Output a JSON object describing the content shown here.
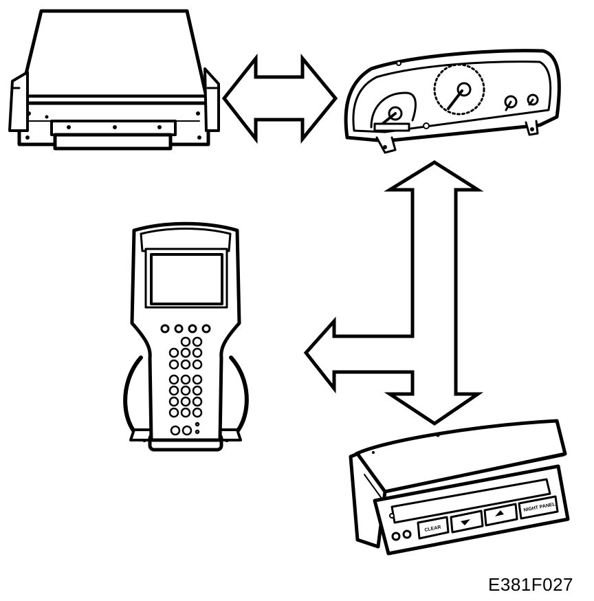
{
  "figure": {
    "reference_code": "E381F027"
  },
  "components": {
    "control_module": {
      "icon": "control-module-icon"
    },
    "instrument_cluster": {
      "icon": "instrument-cluster-icon"
    },
    "diagnostic_tester": {
      "icon": "handheld-scan-tool-icon"
    },
    "info_display_unit": {
      "icon": "info-display-unit-icon",
      "buttons": [
        "CLEAR",
        "NIGHT PANEL"
      ]
    }
  },
  "connections": [
    {
      "icon": "double-arrow-horizontal-icon"
    },
    {
      "icon": "double-arrow-vertical-icon"
    },
    {
      "icon": "arrow-left-branch-icon"
    }
  ]
}
